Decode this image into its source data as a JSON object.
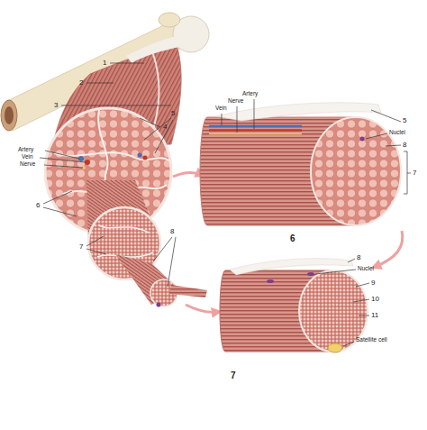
{
  "diagram": {
    "labels": [
      "1",
      "2",
      "3",
      "4",
      "5",
      "Artery",
      "Vein",
      "Nerve",
      "6",
      "7",
      "8",
      "Artery",
      "Nerve",
      "Vein",
      "5",
      "Nuclei",
      "8",
      "7",
      "6",
      "8",
      "Nuclei",
      "9",
      "10",
      "11",
      "Satellite cell",
      "7"
    ]
  }
}
